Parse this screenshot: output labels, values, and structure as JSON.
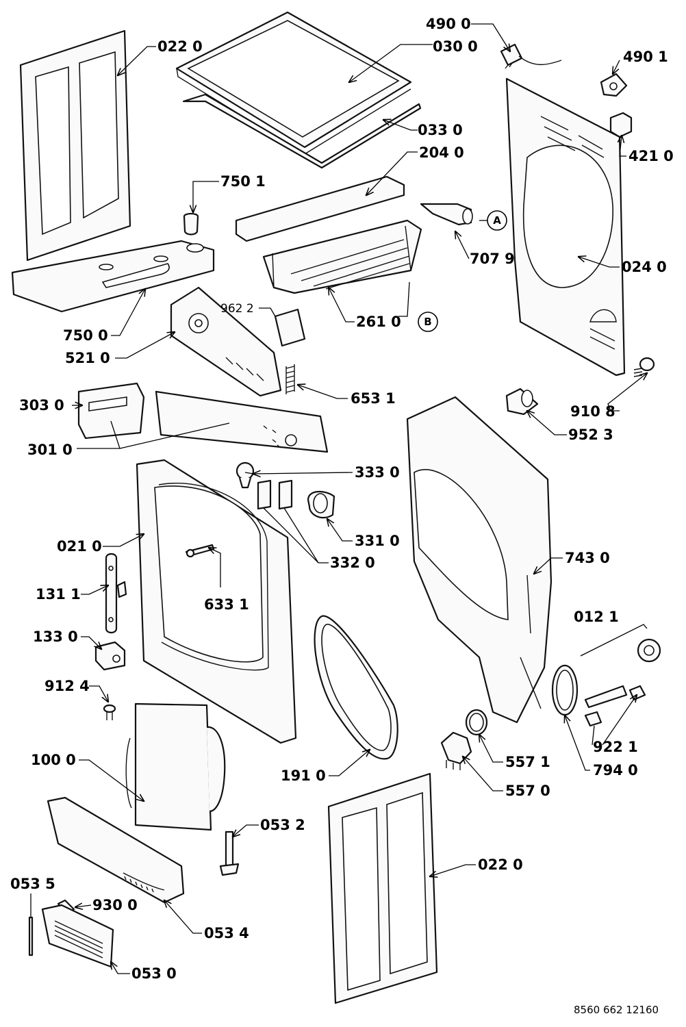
{
  "doc_ref": "8560 662 12160",
  "callouts": {
    "a": "A",
    "b": "B"
  },
  "labels": {
    "p0220_top": "022 0",
    "p0300": "030 0",
    "p4900": "490 0",
    "p4901": "490 1",
    "p0330": "033 0",
    "p4210": "421 0",
    "p2040": "204 0",
    "p7501": "750 1",
    "p7079": "707 9",
    "p0240": "024 0",
    "p9622": "962 2",
    "p7500": "750 0",
    "p2610": "261 0",
    "p5210": "521 0",
    "p6531": "653 1",
    "p3030": "303 0",
    "p9108": "910 8",
    "p3010": "301 0",
    "p9523": "952 3",
    "p3330": "333 0",
    "p0210": "021 0",
    "p3310": "331 0",
    "p3320": "332 0",
    "p7430": "743 0",
    "p1311": "131 1",
    "p6331": "633 1",
    "p0121": "012 1",
    "p1330": "133 0",
    "p9124": "912 4",
    "p9221": "922 1",
    "p1000": "100 0",
    "p1910": "191 0",
    "p5571": "557 1",
    "p7940": "794 0",
    "p5570": "557 0",
    "p0532": "053 2",
    "p0220_bottom": "022 0",
    "p0535": "053 5",
    "p9300": "930 0",
    "p0534": "053 4",
    "p0530": "053 0"
  }
}
